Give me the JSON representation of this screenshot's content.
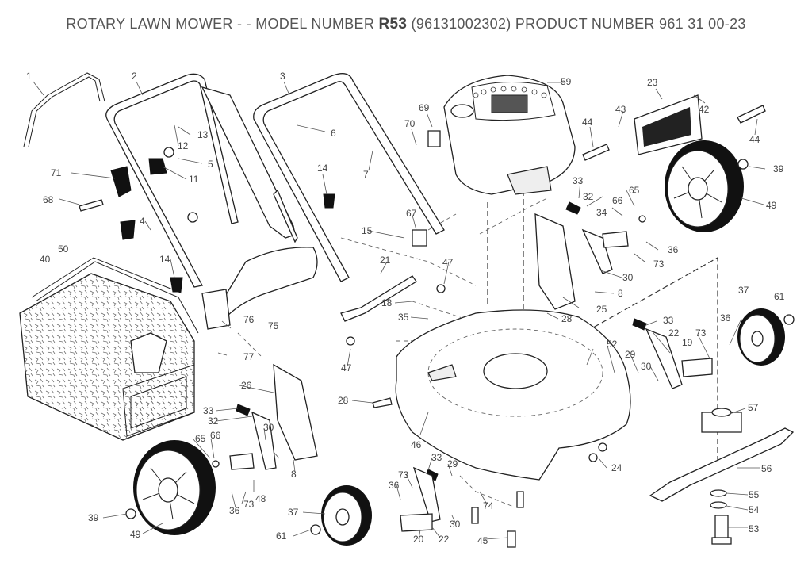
{
  "title": {
    "prefix": "ROTARY LAWN MOWER - - MODEL NUMBER",
    "model": "R53",
    "suffix": "(96131002302) PRODUCT NUMBER 961 31 00-23"
  },
  "callouts": [
    "1",
    "2",
    "3",
    "4",
    "5",
    "6",
    "7",
    "8",
    "11",
    "12",
    "13",
    "14",
    "15",
    "18",
    "19",
    "20",
    "21",
    "22",
    "23",
    "24",
    "25",
    "26",
    "28",
    "29",
    "30",
    "32",
    "33",
    "34",
    "35",
    "36",
    "37",
    "39",
    "40",
    "42",
    "43",
    "44",
    "45",
    "46",
    "47",
    "48",
    "49",
    "50",
    "52",
    "53",
    "54",
    "55",
    "56",
    "57",
    "59",
    "61",
    "65",
    "66",
    "67",
    "68",
    "69",
    "70",
    "71",
    "73",
    "74",
    "75",
    "76",
    "77"
  ]
}
